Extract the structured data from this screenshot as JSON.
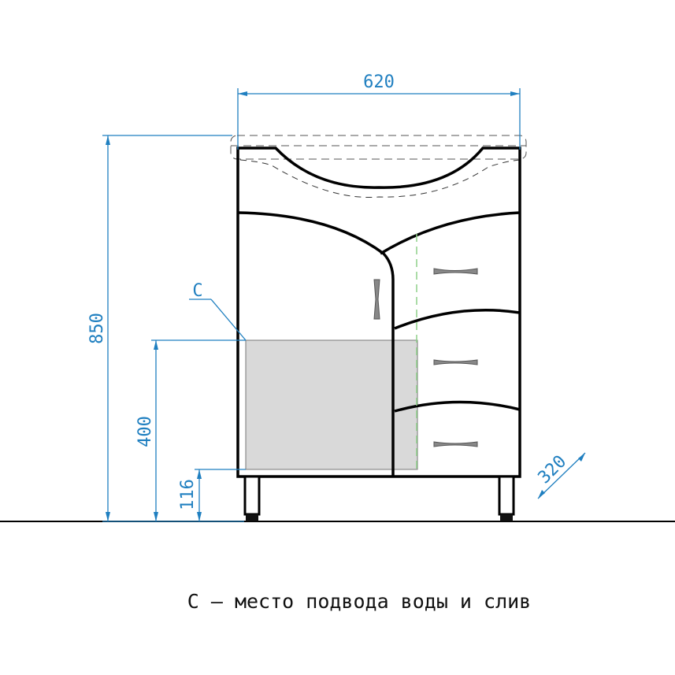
{
  "dimensions": {
    "width": "620",
    "height": "850",
    "water_height": "400",
    "leg_height": "116",
    "depth": "320"
  },
  "label_c": "C",
  "caption": "С – место подвода воды и слив",
  "colors": {
    "dimension": "#1f7fc0",
    "outline": "#000000",
    "fill_area": "#d9d9d9",
    "guide": "#8fd18a"
  }
}
